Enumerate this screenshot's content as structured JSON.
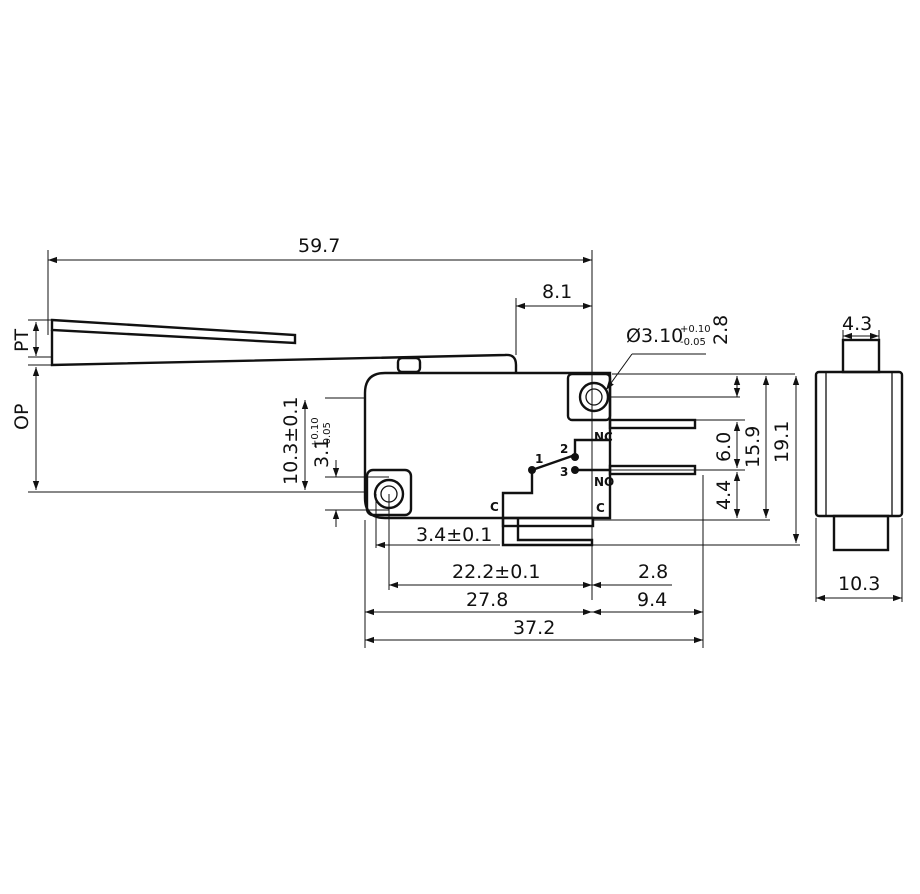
{
  "dimensions": {
    "overall_length": "59.7",
    "lever_pivot_offset": "8.1",
    "hole_diameter": "Ø3.10",
    "hole_tol_plus": "+0.10",
    "hole_tol_minus": "-0.05",
    "top_gap": "2.8",
    "right_width": "4.3",
    "pt": "PT",
    "op": "OP",
    "mount_height": "10.3±0.1",
    "mount_hole_offset": "3.1",
    "mount_hole_tol_plus": "+0.10",
    "mount_hole_tol_minus": "-0.05",
    "terminal_pitch": "6.0",
    "height_15": "15.9",
    "height_19": "19.1",
    "bottom_terminal": "4.4",
    "hole_edge": "3.4±0.1",
    "hole_spacing": "22.2±0.1",
    "right_offset": "2.8",
    "left_to_hole": "27.8",
    "hole_to_right": "9.4",
    "body_length": "37.2",
    "side_depth": "10.3"
  },
  "terminals": {
    "nc": "NC",
    "no": "NO",
    "c_left": "C",
    "c_right": "C",
    "pin1": "1",
    "pin2": "2",
    "pin3": "3"
  }
}
